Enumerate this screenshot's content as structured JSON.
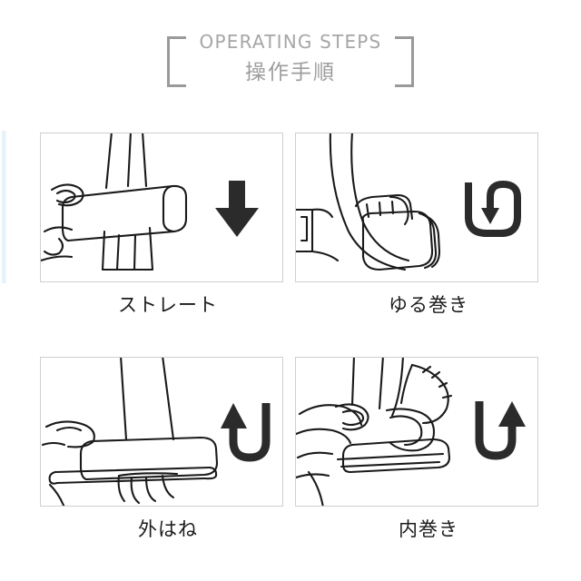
{
  "header": {
    "title_en": "OPERATING STEPS",
    "title_jp": "操作手順",
    "bracket_color": "#9a9a9a",
    "text_color": "#a6a6a6"
  },
  "colors": {
    "panel_border": "#cfcfcf",
    "line_art": "#1a1a1a",
    "arrow": "#2b2b2b",
    "caption": "#1b1b1b",
    "edge_strip": "#dcecf6",
    "background": "#ffffff"
  },
  "steps": [
    {
      "id": "straight",
      "caption": "ストレート",
      "icon": "arrow-down-icon",
      "illustration": "hand-holding-straightener-horizontal"
    },
    {
      "id": "loose-curl",
      "caption": "ゆる巻き",
      "icon": "u-turn-loop-down-icon",
      "illustration": "hair-wrapped-around-styler-tip"
    },
    {
      "id": "outward-flip",
      "caption": "外はね",
      "icon": "u-turn-up-left-icon",
      "illustration": "hand-holding-styler-hair-flipping-out"
    },
    {
      "id": "inward-curl",
      "caption": "内巻き",
      "icon": "u-turn-up-right-icon",
      "illustration": "hand-holding-styler-hair-curling-in"
    }
  ]
}
